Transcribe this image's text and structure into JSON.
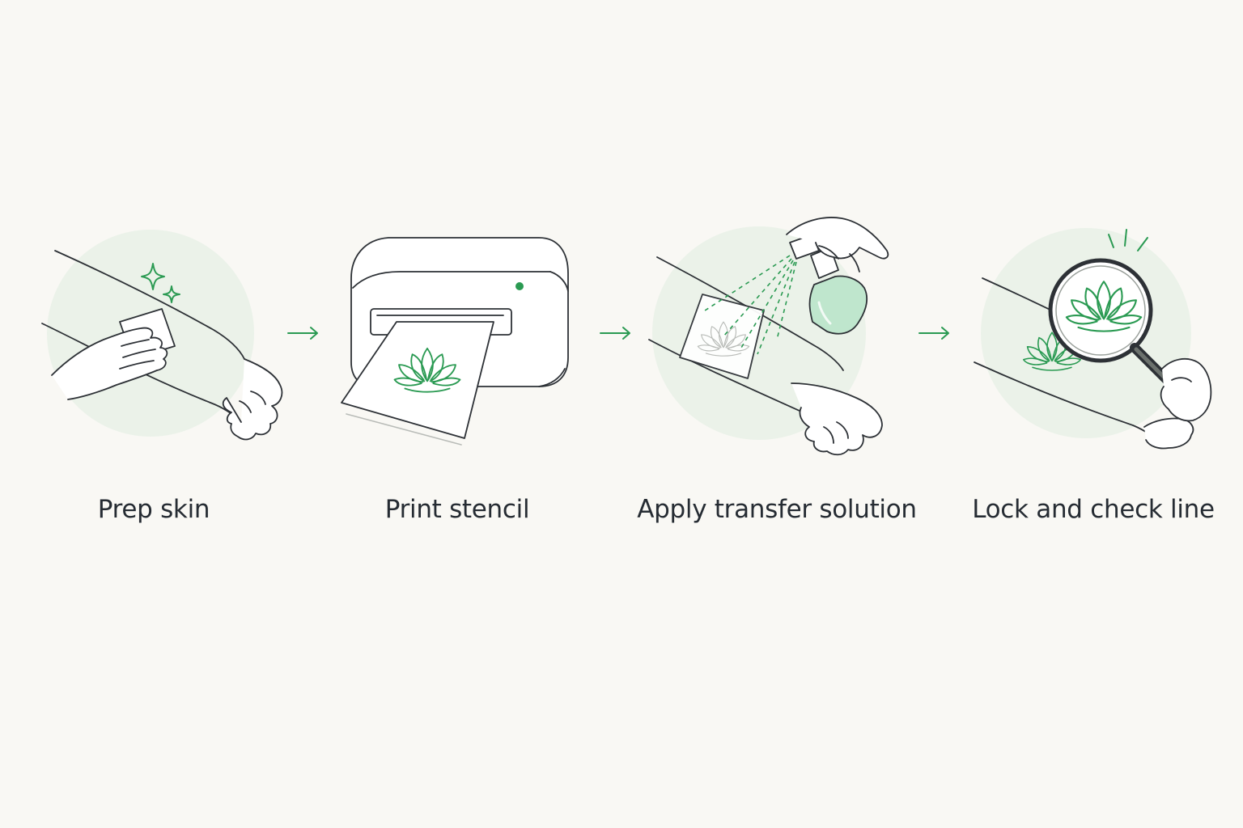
{
  "colors": {
    "accent": "#2a9a52",
    "halo": "#e6f0e6",
    "ink": "#2d3136",
    "background": "#f9f8f4"
  },
  "steps": [
    {
      "label": "Prep skin",
      "icon": "wipe-skin-icon"
    },
    {
      "label": "Print stencil",
      "icon": "printer-stencil-icon"
    },
    {
      "label": "Apply transfer solution",
      "icon": "spray-bottle-icon"
    },
    {
      "label": "Lock and check line",
      "icon": "magnifier-check-icon"
    }
  ],
  "connectors": [
    "arrow-right-icon",
    "arrow-right-icon",
    "arrow-right-icon"
  ]
}
